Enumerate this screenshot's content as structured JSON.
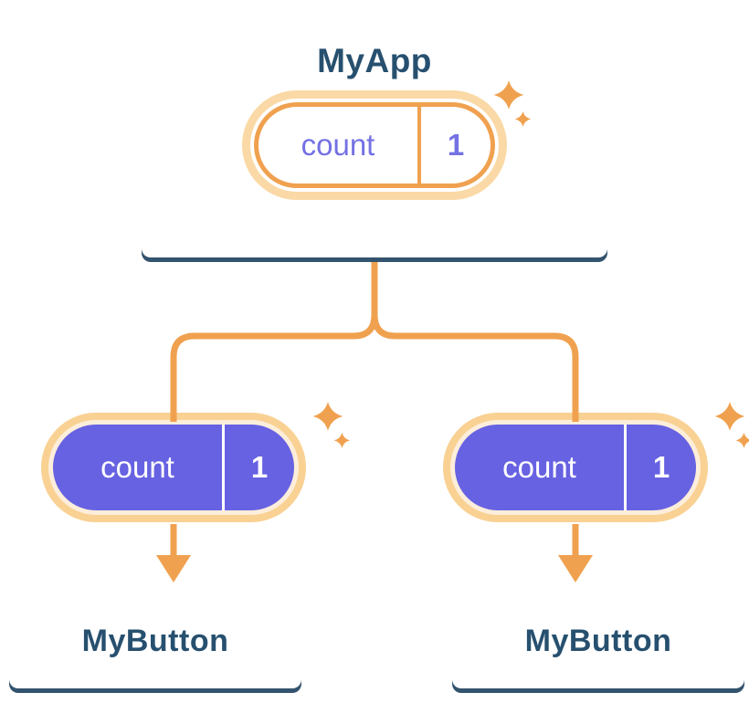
{
  "root": {
    "title": "MyApp",
    "state": {
      "label": "count",
      "value": "1"
    }
  },
  "children": [
    {
      "title": "MyButton",
      "props": {
        "label": "count",
        "value": "1"
      }
    },
    {
      "title": "MyButton",
      "props": {
        "label": "count",
        "value": "1"
      }
    }
  ],
  "icons": {
    "sparkle": "sparkle-icon",
    "arrow": "arrow-down-icon"
  },
  "colors": {
    "orange": "#F0A14F",
    "orange_glow": "#FAD9A6",
    "purple": "#6762E2",
    "navy_text": "#27506F",
    "card_edge": "#33536E",
    "card_bg": "#FFFFFF",
    "pill_text_light": "#FFFFFF",
    "pill_text_purple": "#7471E3"
  }
}
